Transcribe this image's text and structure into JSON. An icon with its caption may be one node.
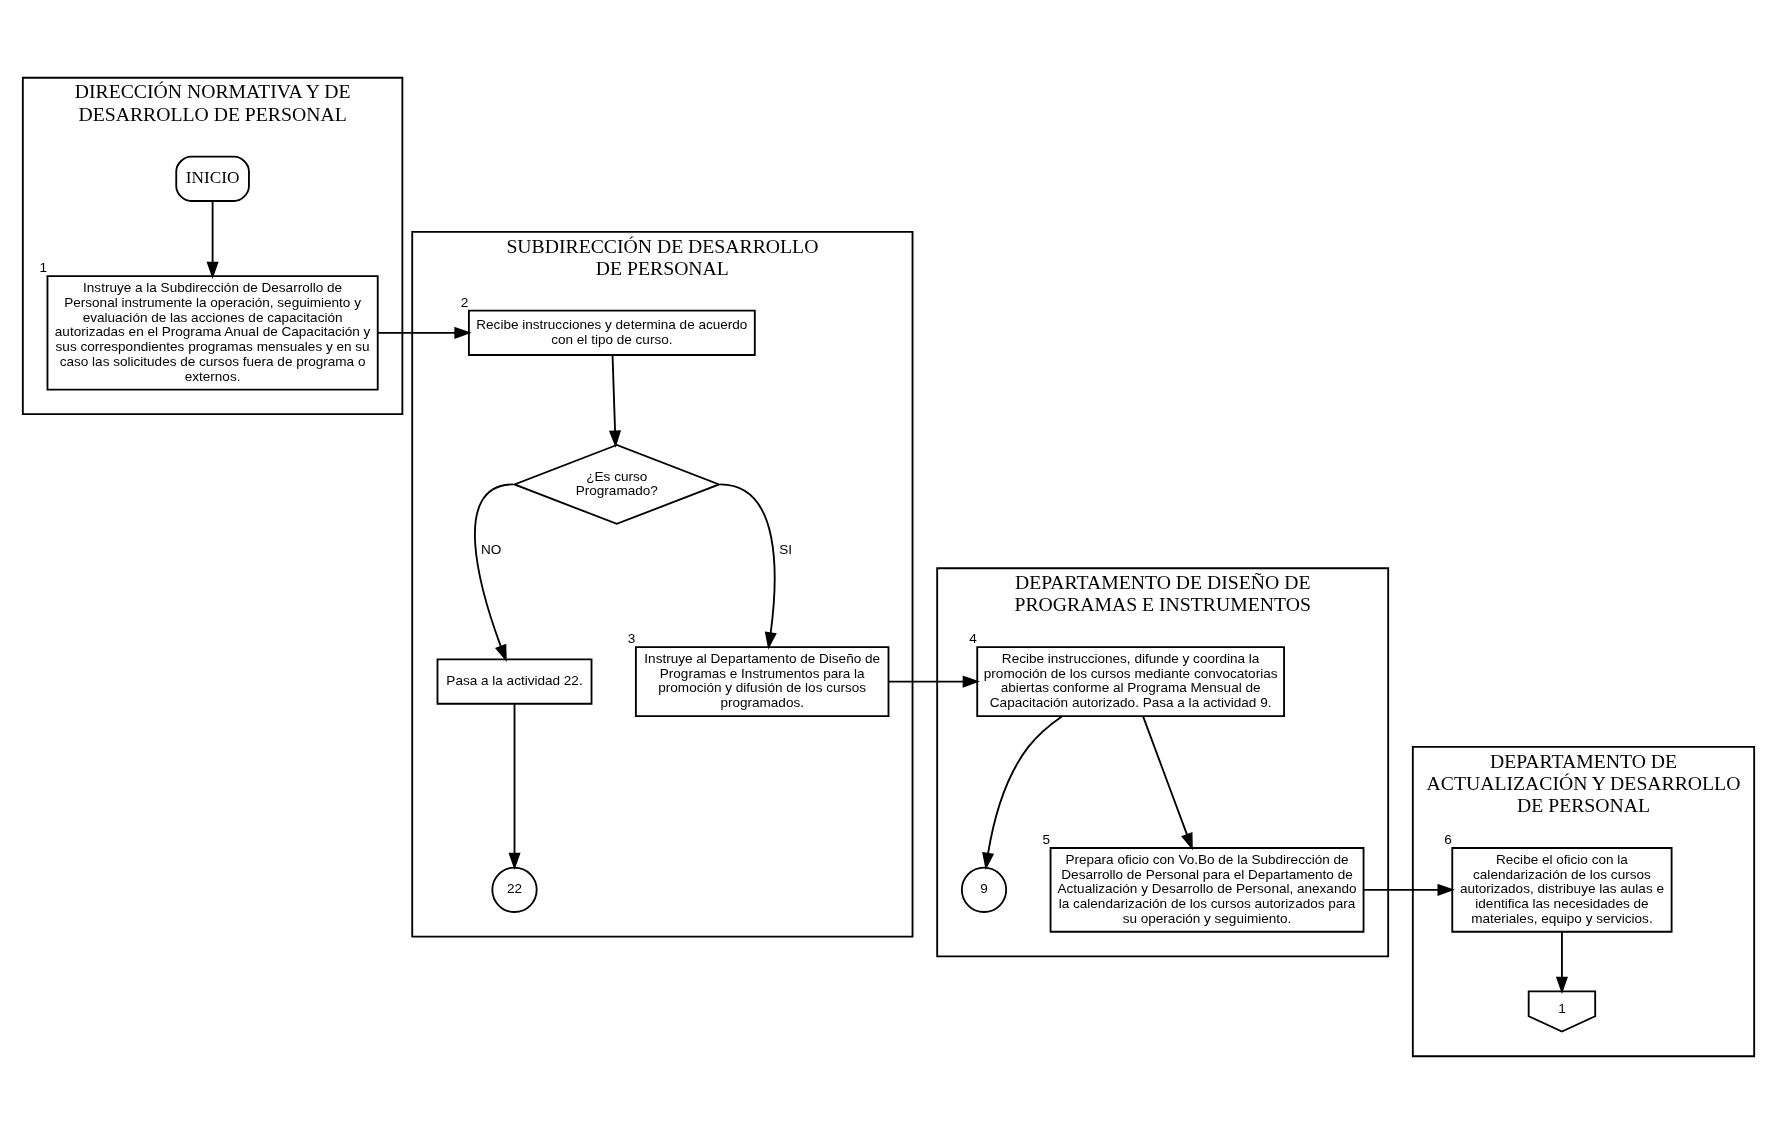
{
  "diagram": {
    "nodes": [
      {
        "text": [
          "DIRECCIÓN NORMATIVA Y DE DESARROLLO DE PERSONAL"
        ]
      },
      {
        "text": [
          "INICIO"
        ],
        "in": 0
      },
      {
        "text": [
          "Instruye a la Subdirección de Desarrollo de Personal instrumente la operación, seguimiento y evaluación de las acciones de capacitación autorizadas en el Programa Anual de Capacitación y sus correspondientes programas mensuales y en su caso las solicitudes de cursos fuera de programa o externos."
        ],
        "beside": [
          "1"
        ],
        "in": 0
      },
      {
        "text": [
          "SUBDIRECCIÓN DE DESARROLLO DE PERSONAL"
        ]
      },
      {
        "text": [
          "Recibe instrucciones y determina de acuerdo con el tipo de curso."
        ],
        "beside": [
          "2"
        ],
        "in": 3
      },
      {
        "text": [
          "¿Es curso Programado?"
        ],
        "in": 3
      },
      {
        "text": [
          "Pasa a la actividad 22."
        ],
        "in": 3
      },
      {
        "text": [
          "22"
        ],
        "in": 3
      },
      {
        "text": [
          "Instruye al Departamento de Diseño de Programas e Instrumentos para la promoción y difusión de los cursos programados."
        ],
        "beside": [
          "3"
        ],
        "in": 3
      },
      {
        "text": [
          "DEPARTAMENTO DE DISEÑO DE PROGRAMAS E INSTRUMENTOS"
        ]
      },
      {
        "text": [
          "Recibe instrucciones, difunde y coordina la promoción de los cursos mediante convocatorias abiertas conforme al Programa Mensual de Capacitación autorizado. Pasa a la actividad 9."
        ],
        "beside": [
          "4"
        ],
        "in": 9
      },
      {
        "text": [
          "9"
        ],
        "in": 9
      },
      {
        "text": [
          "Prepara oficio con Vo.Bo de la Subdirección de Desarrollo de Personal para el Departamento de Actualización y Desarrollo de Personal, anexando la calendarización de los cursos autorizados para su operación y seguimiento."
        ],
        "beside": [
          "5"
        ],
        "in": 9
      },
      {
        "text": [
          "DEPARTAMENTO DE ACTUALIZACIÓN Y DESARROLLO DE PERSONAL"
        ]
      },
      {
        "text": [
          "Recibe el oficio con la calendarización de los cursos autorizados, distribuye las aulas e identifica las necesidades de materiales, equipo y servicios."
        ],
        "beside": [
          "6"
        ],
        "in": 13
      },
      {
        "text": [
          "1"
        ],
        "in": 13
      }
    ],
    "edges": [
      {
        "from": 1,
        "to": 2,
        "arrow": "to"
      },
      {
        "from": 2,
        "to": 4,
        "arrow": "to"
      },
      {
        "from": 4,
        "to": 5,
        "arrow": "to"
      },
      {
        "from": 5,
        "to": 6,
        "arrow": "to",
        "label": "NO"
      },
      {
        "from": 5,
        "to": 8,
        "arrow": "to",
        "label": "SI"
      },
      {
        "from": 6,
        "to": 7,
        "arrow": "to"
      },
      {
        "from": 8,
        "to": 10,
        "arrow": "to"
      },
      {
        "from": 10,
        "to": 11,
        "arrow": "to"
      },
      {
        "from": 10,
        "to": 12,
        "arrow": "to"
      },
      {
        "from": 12,
        "to": 14,
        "arrow": "to"
      },
      {
        "from": 14,
        "to": 15,
        "arrow": "to"
      }
    ]
  }
}
